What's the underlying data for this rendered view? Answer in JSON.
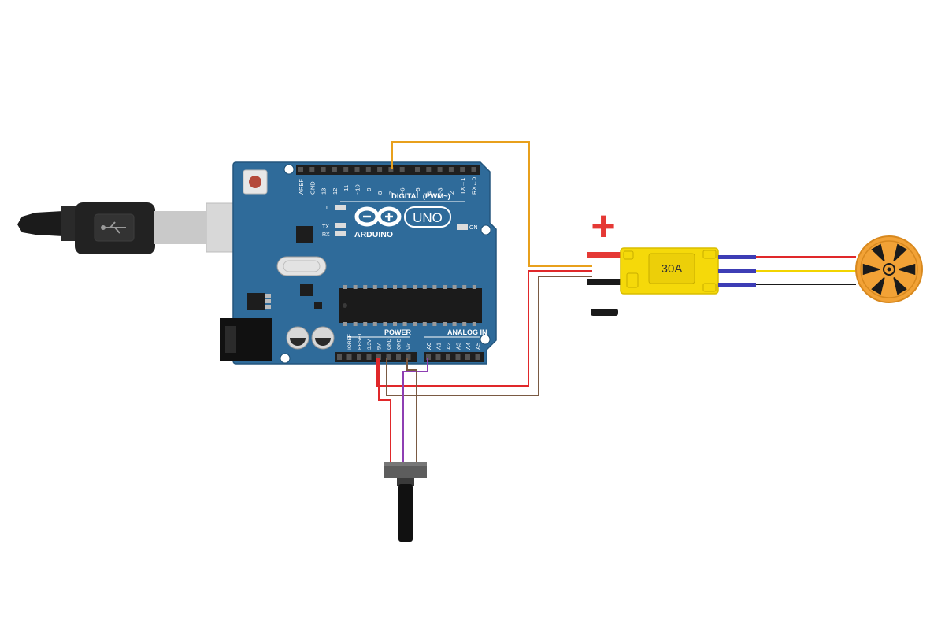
{
  "board": {
    "brand": "ARDUINO",
    "model": "UNO",
    "digital_header_label": "DIGITAL (PWM~)",
    "digital_pins": [
      "AREF",
      "GND",
      "13",
      "12",
      "~11",
      "~10",
      "~9",
      "8",
      "7",
      "~6",
      "~5",
      "4",
      "~3",
      "2",
      "TX→1",
      "RX←0"
    ],
    "power_label": "POWER",
    "power_pins": [
      "IOREF",
      "RESET",
      "3.3V",
      "5V",
      "GND",
      "GND",
      "Vin"
    ],
    "analog_label": "ANALOG IN",
    "analog_pins": [
      "A0",
      "A1",
      "A2",
      "A3",
      "A4",
      "A5"
    ],
    "led_labels": {
      "l": "L",
      "tx": "TX",
      "rx": "RX",
      "on": "ON"
    }
  },
  "esc": {
    "rating": "30A"
  },
  "battery": {
    "plus": "+",
    "minus": "−"
  },
  "colors": {
    "board": "#2f6b9a",
    "esc": "#f5d90a",
    "motor": "#f2a236",
    "wire_signal": "#e8a01c",
    "wire_power": "#e0282a",
    "wire_ground": "#7a5a43",
    "wire_analog": "#8e3fb3",
    "battery_plus": "#e53935",
    "battery_minus": "#1a1a1a"
  },
  "icons": {
    "usb": "usb-cable-icon",
    "motor": "brushless-motor-icon",
    "pot": "potentiometer-icon",
    "esc": "esc-module-icon"
  }
}
